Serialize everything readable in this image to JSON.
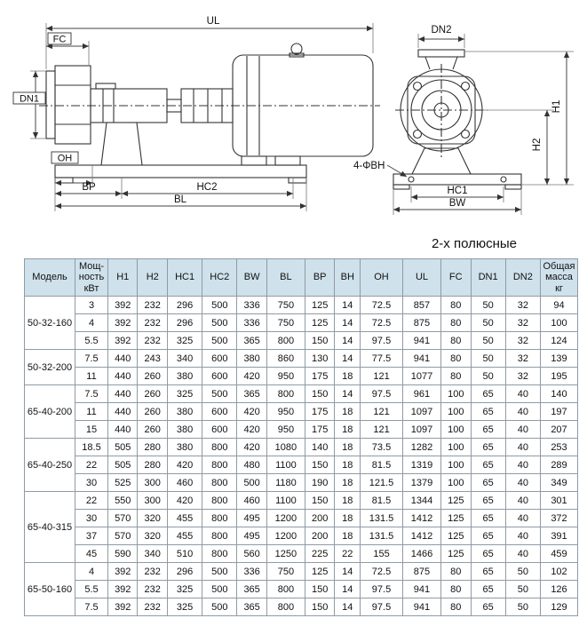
{
  "heading": "2-х полюсные",
  "colors": {
    "table_header_bg": "#cfe1eb"
  },
  "diagram": {
    "side_view": {
      "ul": "UL",
      "fc": "FC",
      "dn1": "DN1",
      "oh": "OH",
      "bp": "BP",
      "hc2": "HC2",
      "bl": "BL"
    },
    "end_view": {
      "dn2": "DN2",
      "h1": "H1",
      "h2": "H2",
      "bolt_holes": "4-ΦBH",
      "hc1": "HC1",
      "bw": "BW"
    }
  },
  "table": {
    "headers": [
      "Модель",
      "Мощ-\nность\nкВт",
      "H1",
      "H2",
      "HC1",
      "HC2",
      "BW",
      "BL",
      "BP",
      "BH",
      "OH",
      "UL",
      "FC",
      "DN1",
      "DN2",
      "Общая\nмасса\nкг"
    ],
    "groups": [
      {
        "model": "50-32-160",
        "rows": [
          [
            "3",
            "392",
            "232",
            "296",
            "500",
            "336",
            "750",
            "125",
            "14",
            "72.5",
            "857",
            "80",
            "50",
            "32",
            "94"
          ],
          [
            "4",
            "392",
            "232",
            "296",
            "500",
            "336",
            "750",
            "125",
            "14",
            "72.5",
            "875",
            "80",
            "50",
            "32",
            "100"
          ],
          [
            "5.5",
            "392",
            "232",
            "325",
            "500",
            "365",
            "800",
            "150",
            "14",
            "97.5",
            "941",
            "80",
            "50",
            "32",
            "124"
          ]
        ]
      },
      {
        "model": "50-32-200",
        "rows": [
          [
            "7.5",
            "440",
            "243",
            "340",
            "600",
            "380",
            "860",
            "130",
            "14",
            "77.5",
            "941",
            "80",
            "50",
            "32",
            "139"
          ],
          [
            "11",
            "440",
            "260",
            "380",
            "600",
            "420",
            "950",
            "175",
            "18",
            "121",
            "1077",
            "80",
            "50",
            "32",
            "195"
          ]
        ]
      },
      {
        "model": "65-40-200",
        "rows": [
          [
            "7.5",
            "440",
            "260",
            "325",
            "500",
            "365",
            "800",
            "150",
            "14",
            "97.5",
            "961",
            "100",
            "65",
            "40",
            "140"
          ],
          [
            "11",
            "440",
            "260",
            "380",
            "600",
            "420",
            "950",
            "175",
            "18",
            "121",
            "1097",
            "100",
            "65",
            "40",
            "197"
          ],
          [
            "15",
            "440",
            "260",
            "380",
            "600",
            "420",
            "950",
            "175",
            "18",
            "121",
            "1097",
            "100",
            "65",
            "40",
            "207"
          ]
        ]
      },
      {
        "model": "65-40-250",
        "rows": [
          [
            "18.5",
            "505",
            "280",
            "380",
            "800",
            "420",
            "1080",
            "140",
            "18",
            "73.5",
            "1282",
            "100",
            "65",
            "40",
            "253"
          ],
          [
            "22",
            "505",
            "280",
            "420",
            "800",
            "480",
            "1100",
            "150",
            "18",
            "81.5",
            "1319",
            "100",
            "65",
            "40",
            "289"
          ],
          [
            "30",
            "525",
            "300",
            "460",
            "800",
            "500",
            "1180",
            "190",
            "18",
            "121.5",
            "1379",
            "100",
            "65",
            "40",
            "349"
          ]
        ]
      },
      {
        "model": "65-40-315",
        "rows": [
          [
            "22",
            "550",
            "300",
            "420",
            "800",
            "460",
            "1100",
            "150",
            "18",
            "81.5",
            "1344",
            "125",
            "65",
            "40",
            "301"
          ],
          [
            "30",
            "570",
            "320",
            "455",
            "800",
            "495",
            "1200",
            "200",
            "18",
            "131.5",
            "1412",
            "125",
            "65",
            "40",
            "372"
          ],
          [
            "37",
            "570",
            "320",
            "455",
            "800",
            "495",
            "1200",
            "200",
            "18",
            "131.5",
            "1412",
            "125",
            "65",
            "40",
            "391"
          ],
          [
            "45",
            "590",
            "340",
            "510",
            "800",
            "560",
            "1250",
            "225",
            "22",
            "155",
            "1466",
            "125",
            "65",
            "40",
            "459"
          ]
        ]
      },
      {
        "model": "65-50-160",
        "rows": [
          [
            "4",
            "392",
            "232",
            "296",
            "500",
            "336",
            "750",
            "125",
            "14",
            "72.5",
            "875",
            "80",
            "65",
            "50",
            "102"
          ],
          [
            "5.5",
            "392",
            "232",
            "325",
            "500",
            "365",
            "800",
            "150",
            "14",
            "97.5",
            "941",
            "80",
            "65",
            "50",
            "126"
          ],
          [
            "7.5",
            "392",
            "232",
            "325",
            "500",
            "365",
            "800",
            "150",
            "14",
            "97.5",
            "941",
            "80",
            "65",
            "50",
            "129"
          ]
        ]
      }
    ]
  }
}
